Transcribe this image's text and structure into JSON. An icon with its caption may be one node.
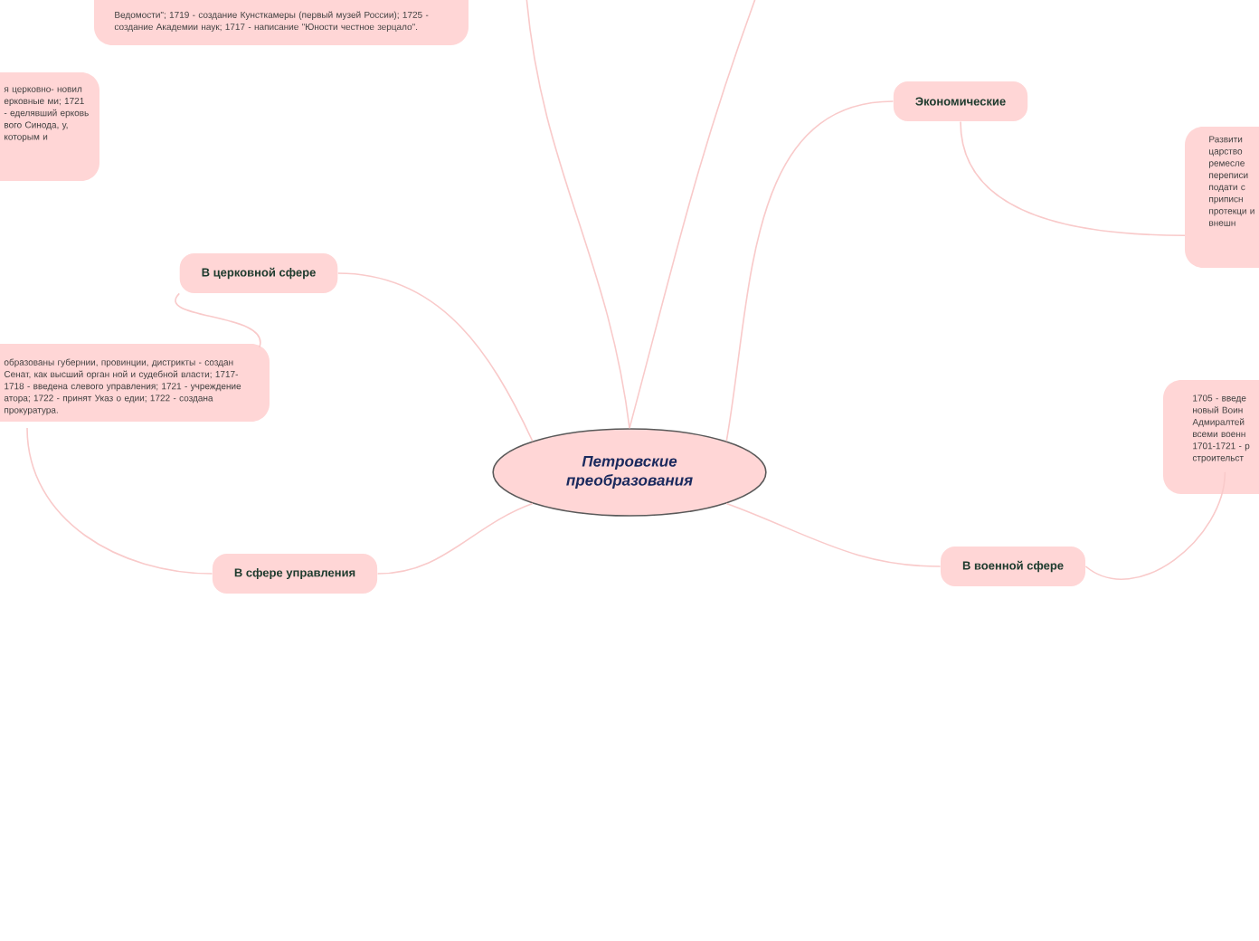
{
  "diagram": {
    "nodes": [
      {
        "text": [
          "Петровские преобразования"
        ]
      },
      {
        "text": [
          "Экономические"
        ]
      },
      {
        "text": [
          "Развити царство ремесле переписи подати с приписн протекци и внешн"
        ]
      },
      {
        "text": [
          "В церковной сфере"
        ]
      },
      {
        "text": [
          "я церковно- новил ерковные ми; 1721 - еделявший ерковь вого Синода, у, которым и"
        ]
      },
      {
        "text": [
          "образованы губернии, провинции, дистрикты - создан Сенат, как высший орган ной и судебной власти; 1717-1718 - введена слевого управления; 1721 - учреждение атора; 1722 - принят Указ о едии; 1722 - создана прокуратура."
        ]
      },
      {
        "text": [
          "В сфере управления"
        ]
      },
      {
        "text": [
          "В военной сфере"
        ]
      },
      {
        "text": [
          "1705 - введе новый Воин Адмиралтей всеми военн 1701-1721 - р строительст"
        ]
      },
      {
        "text": [
          "Ведомости\"; 1719 - создание Кунсткамеры (первый музей России); 1725 - создание Академии наук; 1717 - написание \"Юности честное зерцало\"."
        ]
      }
    ],
    "edges": [
      {
        "from": 0,
        "to": 1,
        "arrow": "none"
      },
      {
        "from": 0,
        "to": 3,
        "arrow": "none"
      },
      {
        "from": 0,
        "to": 6,
        "arrow": "none"
      },
      {
        "from": 0,
        "to": 7,
        "arrow": "none"
      },
      {
        "from": 1,
        "to": 2,
        "arrow": "none"
      },
      {
        "from": 3,
        "to": 5,
        "arrow": "none"
      },
      {
        "from": 6,
        "to": 5,
        "arrow": "none"
      },
      {
        "from": 7,
        "to": 8,
        "arrow": "none"
      },
      {
        "from": 0,
        "to": null,
        "arrow": "none"
      },
      {
        "from": 0,
        "to": null,
        "arrow": "none"
      }
    ]
  }
}
